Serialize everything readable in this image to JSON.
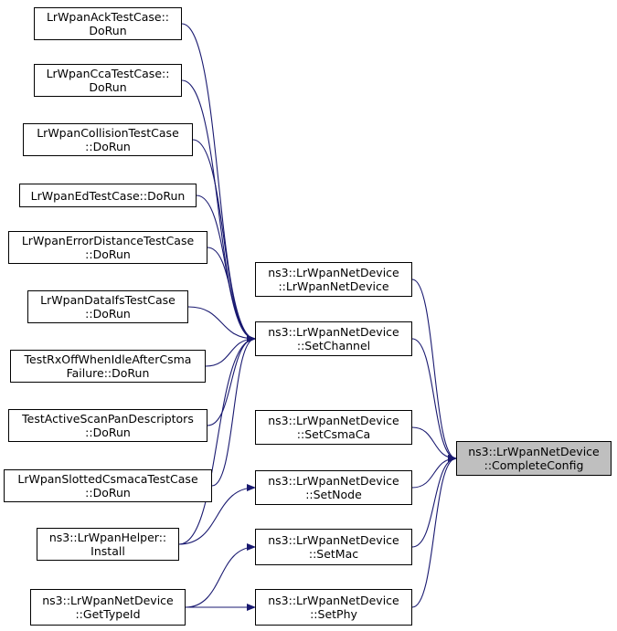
{
  "diagram": {
    "nodes": [
      {
        "id": "ack",
        "lines": [
          "LrWpanAckTestCase::",
          "DoRun"
        ]
      },
      {
        "id": "cca",
        "lines": [
          "LrWpanCcaTestCase::",
          "DoRun"
        ]
      },
      {
        "id": "coll",
        "lines": [
          "LrWpanCollisionTestCase",
          "::DoRun"
        ]
      },
      {
        "id": "ed",
        "lines": [
          "LrWpanEdTestCase::DoRun"
        ]
      },
      {
        "id": "errdist",
        "lines": [
          "LrWpanErrorDistanceTestCase",
          "::DoRun"
        ]
      },
      {
        "id": "ifs",
        "lines": [
          "LrWpanDataIfsTestCase",
          "::DoRun"
        ]
      },
      {
        "id": "rxoff",
        "lines": [
          "TestRxOffWhenIdleAfterCsma",
          "Failure::DoRun"
        ]
      },
      {
        "id": "scan",
        "lines": [
          "TestActiveScanPanDescriptors",
          "::DoRun"
        ]
      },
      {
        "id": "slotted",
        "lines": [
          "LrWpanSlottedCsmacaTestCase",
          "::DoRun"
        ]
      },
      {
        "id": "helper",
        "lines": [
          "ns3::LrWpanHelper::",
          "Install"
        ]
      },
      {
        "id": "typeid",
        "lines": [
          "ns3::LrWpanNetDevice",
          "::GetTypeId"
        ]
      },
      {
        "id": "ctor",
        "lines": [
          "ns3::LrWpanNetDevice",
          "::LrWpanNetDevice"
        ]
      },
      {
        "id": "setchannel",
        "lines": [
          "ns3::LrWpanNetDevice",
          "::SetChannel"
        ]
      },
      {
        "id": "setcsma",
        "lines": [
          "ns3::LrWpanNetDevice",
          "::SetCsmaCa"
        ]
      },
      {
        "id": "setnode",
        "lines": [
          "ns3::LrWpanNetDevice",
          "::SetNode"
        ]
      },
      {
        "id": "setmac",
        "lines": [
          "ns3::LrWpanNetDevice",
          "::SetMac"
        ]
      },
      {
        "id": "setphy",
        "lines": [
          "ns3::LrWpanNetDevice",
          "::SetPhy"
        ]
      },
      {
        "id": "complete",
        "lines": [
          "ns3::LrWpanNetDevice",
          "::CompleteConfig"
        ],
        "focus": true
      }
    ],
    "edges": [
      {
        "from": "ack",
        "to": "setchannel"
      },
      {
        "from": "cca",
        "to": "setchannel"
      },
      {
        "from": "coll",
        "to": "setchannel"
      },
      {
        "from": "ed",
        "to": "setchannel"
      },
      {
        "from": "errdist",
        "to": "setchannel"
      },
      {
        "from": "ifs",
        "to": "setchannel"
      },
      {
        "from": "rxoff",
        "to": "setchannel"
      },
      {
        "from": "scan",
        "to": "setchannel"
      },
      {
        "from": "slotted",
        "to": "setchannel"
      },
      {
        "from": "helper",
        "to": "setchannel"
      },
      {
        "from": "helper",
        "to": "setnode"
      },
      {
        "from": "typeid",
        "to": "setmac"
      },
      {
        "from": "typeid",
        "to": "setphy"
      },
      {
        "from": "ctor",
        "to": "complete"
      },
      {
        "from": "setchannel",
        "to": "complete"
      },
      {
        "from": "setcsma",
        "to": "complete"
      },
      {
        "from": "setnode",
        "to": "complete"
      },
      {
        "from": "setmac",
        "to": "complete"
      },
      {
        "from": "setphy",
        "to": "complete"
      }
    ],
    "colors": {
      "edge": "#191970",
      "border": "#000000",
      "focus_fill": "#bfbfbf",
      "node_fill": "#ffffff"
    }
  }
}
